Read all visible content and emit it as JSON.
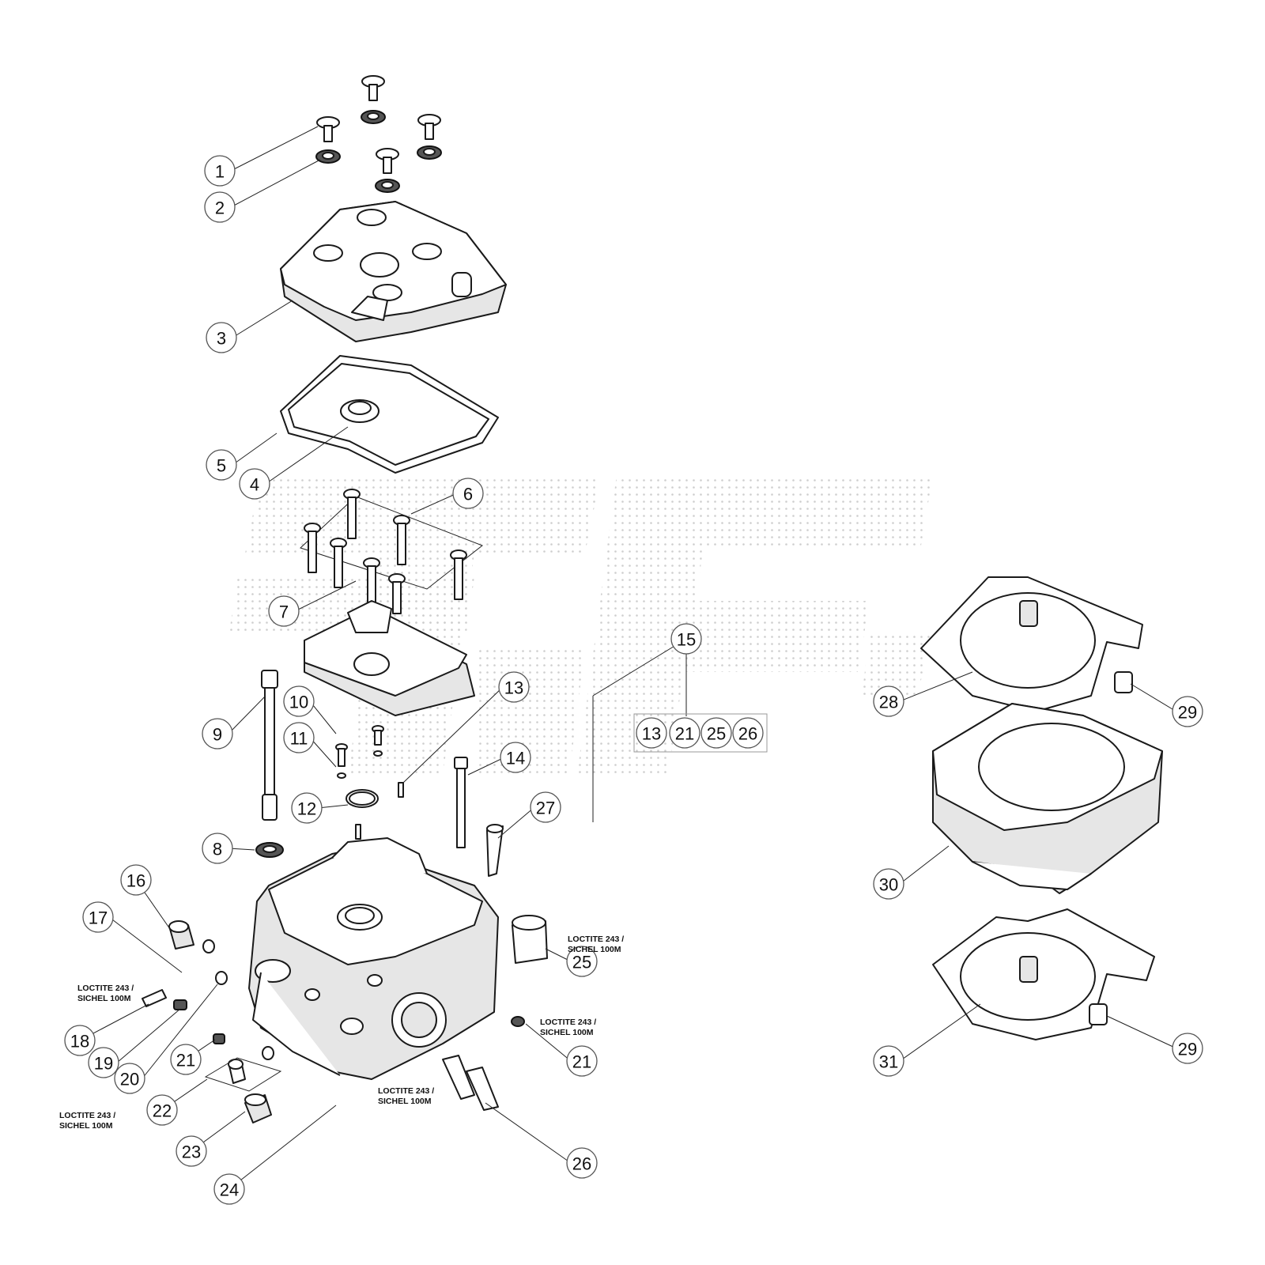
{
  "callouts": [
    {
      "id": "c1",
      "label": "1"
    },
    {
      "id": "c2",
      "label": "2"
    },
    {
      "id": "c3",
      "label": "3"
    },
    {
      "id": "c4",
      "label": "4"
    },
    {
      "id": "c5",
      "label": "5"
    },
    {
      "id": "c6",
      "label": "6"
    },
    {
      "id": "c7",
      "label": "7"
    },
    {
      "id": "c8",
      "label": "8"
    },
    {
      "id": "c9",
      "label": "9"
    },
    {
      "id": "c10",
      "label": "10"
    },
    {
      "id": "c11",
      "label": "11"
    },
    {
      "id": "c12",
      "label": "12"
    },
    {
      "id": "c13",
      "label": "13"
    },
    {
      "id": "c14",
      "label": "14"
    },
    {
      "id": "c15",
      "label": "15"
    },
    {
      "id": "c16",
      "label": "16"
    },
    {
      "id": "c17",
      "label": "17"
    },
    {
      "id": "c18",
      "label": "18"
    },
    {
      "id": "c19",
      "label": "19"
    },
    {
      "id": "c20",
      "label": "20"
    },
    {
      "id": "c21a",
      "label": "21"
    },
    {
      "id": "c21b",
      "label": "21"
    },
    {
      "id": "c22",
      "label": "22"
    },
    {
      "id": "c23",
      "label": "23"
    },
    {
      "id": "c24",
      "label": "24"
    },
    {
      "id": "c25",
      "label": "25"
    },
    {
      "id": "c26",
      "label": "26"
    },
    {
      "id": "c27",
      "label": "27"
    },
    {
      "id": "c28",
      "label": "28"
    },
    {
      "id": "c29a",
      "label": "29"
    },
    {
      "id": "c29b",
      "label": "29"
    },
    {
      "id": "c30",
      "label": "30"
    },
    {
      "id": "c31",
      "label": "31"
    }
  ],
  "kit": {
    "label": "15",
    "items": [
      "13",
      "21",
      "25",
      "26"
    ]
  },
  "notes": {
    "loctite_line1": "LOCTITE 243 /",
    "loctite_line2": "SICHEL 100M"
  }
}
